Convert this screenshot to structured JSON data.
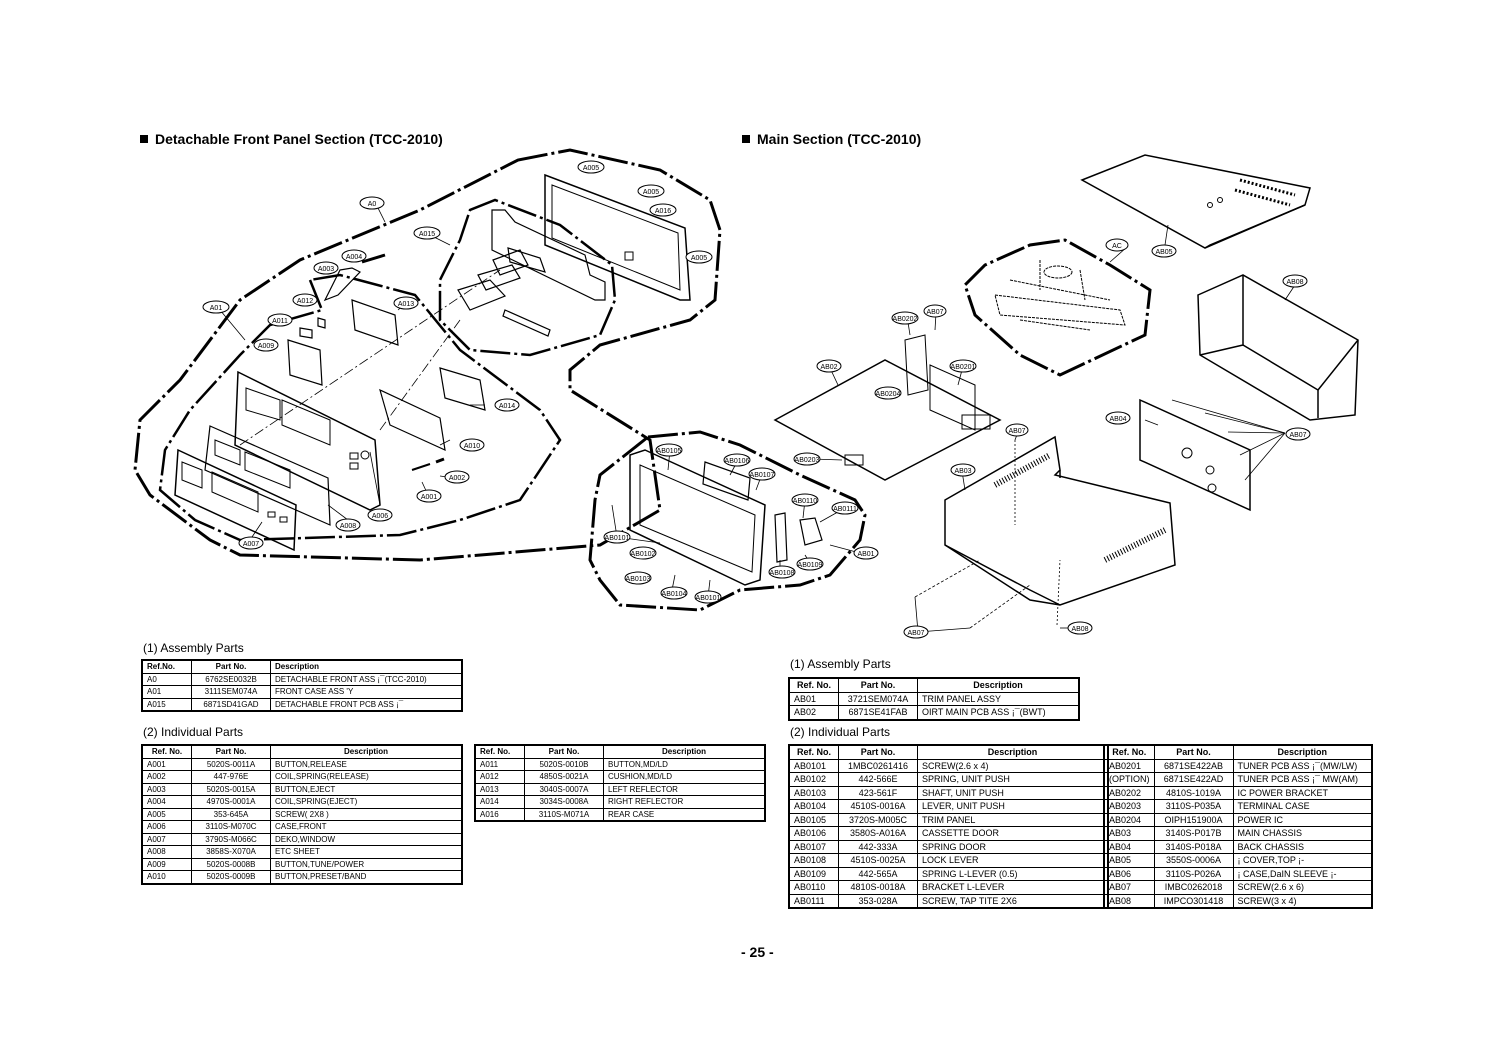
{
  "left_section": {
    "title": "Detachable Front Panel Section (TCC-2010)",
    "callouts": [
      "A0",
      "A01",
      "A015",
      "A005",
      "A005",
      "A016",
      "A005",
      "A004",
      "A003",
      "A012",
      "A013",
      "A011",
      "A009",
      "A014",
      "A010",
      "A002",
      "A001",
      "A006",
      "A008",
      "A007"
    ],
    "assembly": {
      "title": "(1) Assembly Parts",
      "headers": [
        "Ref.No.",
        "Part No.",
        "Description"
      ],
      "rows": [
        [
          "A0",
          "6762SE0032B",
          "DETACHABLE FRONT ASS ¡¯(TCC-2010)"
        ],
        [
          "A01",
          "3111SEM074A",
          "FRONT CASE ASS 'Y"
        ],
        [
          "A015",
          "6871SD41GAD",
          "DETACHABLE FRONT PCB ASS ¡¯"
        ]
      ]
    },
    "individual": {
      "title": "(2) Individual Parts",
      "headers": [
        "Ref. No.",
        "Part No.",
        "Description"
      ],
      "rows": [
        [
          "A001",
          "5020S-0011A",
          "BUTTON,RELEASE"
        ],
        [
          "A002",
          "447-976E",
          "COIL,SPRING(RELEASE)"
        ],
        [
          "A003",
          "5020S-0015A",
          "BUTTON,EJECT"
        ],
        [
          "A004",
          "4970S-0001A",
          "COIL,SPRING(EJECT)"
        ],
        [
          "A005",
          "353-645A",
          "SCREW( 2X8 )"
        ],
        [
          "A006",
          "3110S-M070C",
          "CASE,FRONT"
        ],
        [
          "A007",
          "3790S-M066C",
          "DEKO,WINDOW"
        ],
        [
          "A008",
          "3858S-X070A",
          "ETC SHEET"
        ],
        [
          "A009",
          "5020S-0008B",
          "BUTTON,TUNE/POWER"
        ],
        [
          "A010",
          "5020S-0009B",
          "BUTTON,PRESET/BAND"
        ]
      ]
    },
    "individual_2": {
      "headers": [
        "Ref. No.",
        "Part No.",
        "Description"
      ],
      "rows": [
        [
          "A011",
          "5020S-0010B",
          "BUTTON,MD/LD"
        ],
        [
          "A012",
          "4850S-0021A",
          "CUSHION,MD/LD"
        ],
        [
          "A013",
          "3040S-0007A",
          "LEFT REFLECTOR"
        ],
        [
          "A014",
          "3034S-0008A",
          "RIGHT REFLECTOR"
        ],
        [
          "A016",
          "3110S-M071A",
          "REAR CASE"
        ]
      ]
    }
  },
  "right_section": {
    "title": "Main Section (TCC-2010)",
    "callouts": [
      "AB05",
      "AC",
      "AB08",
      "AB0202",
      "AB07",
      "AB02",
      "AB0201",
      "AB0204",
      "AB04",
      "AB07",
      "AB07",
      "AB0203",
      "AB03",
      "AB0105",
      "AB0106",
      "AB0107",
      "AB0110",
      "AB0111",
      "AB0101",
      "AB0102",
      "AB0103",
      "AB0104",
      "AB0101",
      "AB0108",
      "AB0109",
      "AB01",
      "AB07",
      "AB08"
    ],
    "assembly": {
      "title": "(1) Assembly Parts",
      "headers": [
        "Ref. No.",
        "Part No.",
        "Description"
      ],
      "rows": [
        [
          "AB01",
          "3721SEM074A",
          "TRIM PANEL ASSY"
        ],
        [
          "AB02",
          "6871SE41FAB",
          "OIRT MAIN PCB ASS ¡¯(BWT)"
        ]
      ]
    },
    "individual": {
      "title": "(2) Individual Parts",
      "headers": [
        "Ref. No.",
        "Part No.",
        "Description"
      ],
      "rows": [
        [
          "AB0101",
          "1MBC0261416",
          "SCREW(2.6 x 4)"
        ],
        [
          "AB0102",
          "442-566E",
          "SPRING, UNIT PUSH"
        ],
        [
          "AB0103",
          "423-561F",
          "SHAFT, UNIT PUSH"
        ],
        [
          "AB0104",
          "4510S-0016A",
          "LEVER, UNIT PUSH"
        ],
        [
          "AB0105",
          "3720S-M005C",
          "TRIM PANEL"
        ],
        [
          "AB0106",
          "3580S-A016A",
          "CASSETTE DOOR"
        ],
        [
          "AB0107",
          "442-333A",
          "SPRING DOOR"
        ],
        [
          "AB0108",
          "4510S-0025A",
          "LOCK LEVER"
        ],
        [
          "AB0109",
          "442-565A",
          "SPRING L-LEVER (0.5)"
        ],
        [
          "AB0110",
          "4810S-0018A",
          "BRACKET L-LEVER"
        ],
        [
          "AB0111",
          "353-028A",
          "SCREW, TAP TITE 2X6"
        ]
      ]
    },
    "individual_2": {
      "headers": [
        "Ref. No.",
        "Part No.",
        "Description"
      ],
      "rows": [
        [
          "AB0201",
          "6871SE422AB",
          "TUNER PCB ASS ¡¯(MW/LW)"
        ],
        [
          "(OPTION)",
          "6871SE422AD",
          "TUNER PCB ASS ¡¯ MW(AM)"
        ],
        [
          "AB0202",
          "4810S-1019A",
          "IC POWER BRACKET"
        ],
        [
          "AB0203",
          "3110S-P035A",
          "TERMINAL CASE"
        ],
        [
          "AB0204",
          "OIPH151900A",
          "POWER IC"
        ],
        [
          "AB03",
          "3140S-P017B",
          "MAIN CHASSIS"
        ],
        [
          "AB04",
          "3140S-P018A",
          "BACK CHASSIS"
        ],
        [
          "AB05",
          "3550S-0006A",
          "¡ COVER,TOP ¡-"
        ],
        [
          "AB06",
          "3110S-P026A",
          "¡ CASE,DaIN SLEEVE ¡-"
        ],
        [
          "AB07",
          "IMBC0262018",
          "SCREW(2.6 x 6)"
        ],
        [
          "AB08",
          "IMPCO301418",
          "SCREW(3 x 4)"
        ]
      ]
    }
  },
  "page_number": "- 25 -"
}
